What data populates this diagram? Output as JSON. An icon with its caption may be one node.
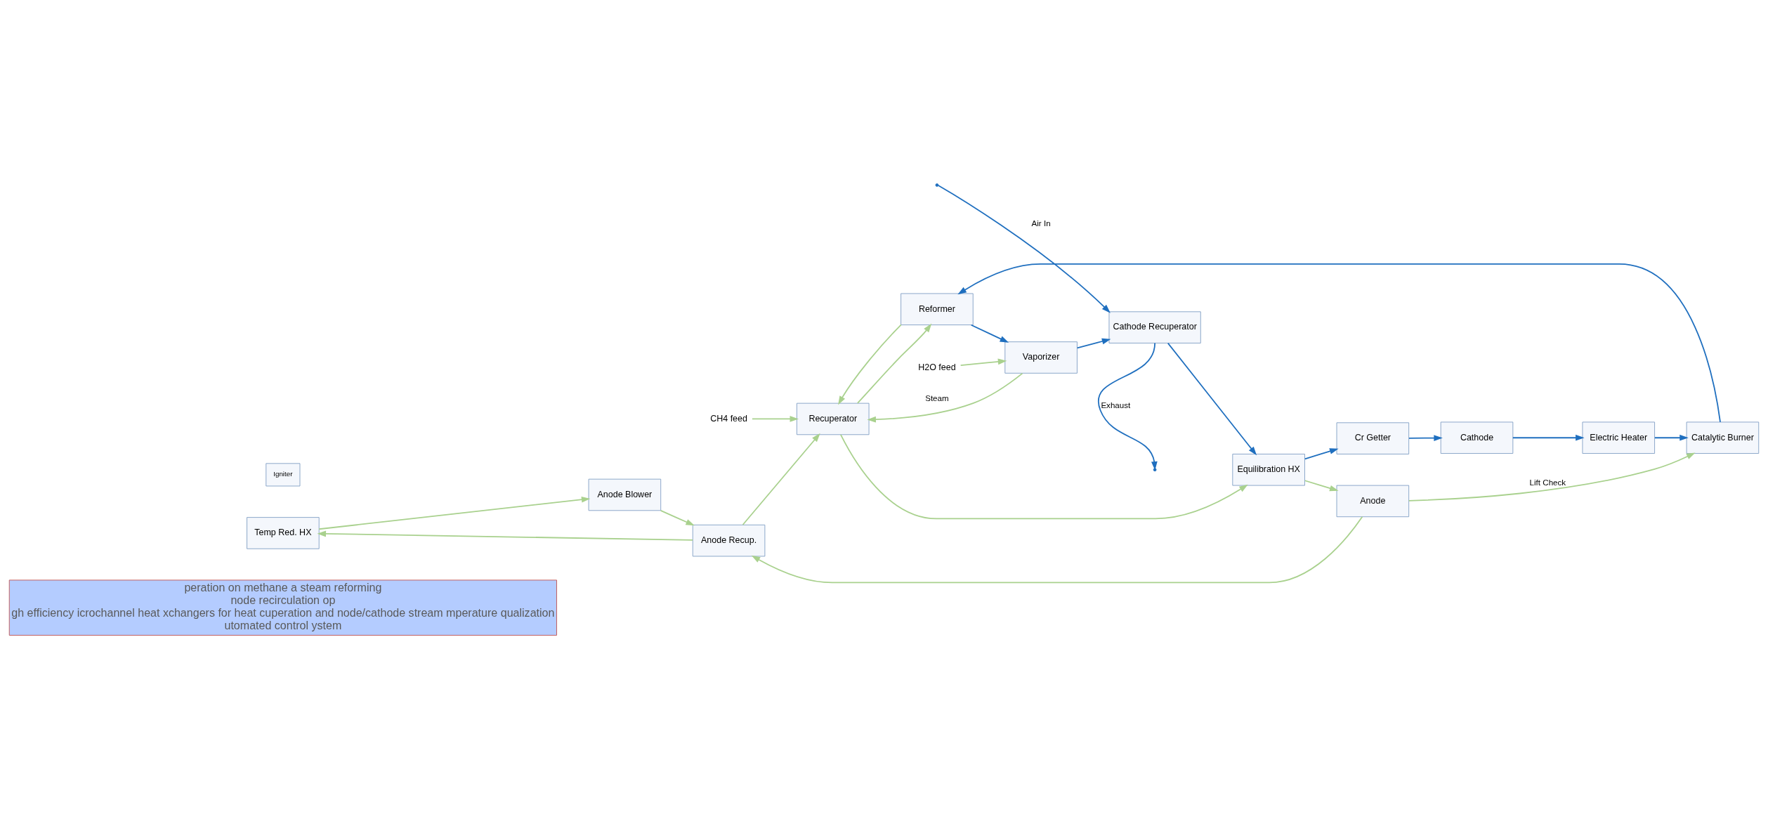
{
  "diagram": {
    "nodes": [
      {
        "text": [
          "peration on methane a steam reforming",
          "node recirculation op",
          "gh efficiency icrochannel heat xchangers for heat cuperation and node/cathode stream mperature qualization",
          "utomated control ystem"
        ]
      },
      {
        "text": [
          "Temp Red. HX"
        ]
      },
      {
        "text": [
          "Anode Blower"
        ]
      },
      {
        "text": [
          "Anode Recup."
        ]
      },
      {
        "text": [
          "CH4 feed"
        ]
      },
      {
        "text": [
          "H2O feed"
        ]
      },
      {
        "text": [
          "Vaporizer"
        ]
      },
      {
        "text": [
          "Recuperator"
        ]
      },
      {
        "text": [
          "Reformer"
        ]
      },
      {
        "text": [
          "Equilibration HX"
        ]
      },
      {
        "text": [
          "Cr Getter"
        ]
      },
      {
        "text": [
          "Anode"
        ]
      },
      {
        "text": [
          "Cathode"
        ]
      },
      {
        "text": [
          "Electric Heater"
        ]
      },
      {
        "text": [
          "Catalytic Burner"
        ]
      },
      {
        "text": [
          "Igniter"
        ]
      },
      {
        "text": [
          "Cathode Recuperator"
        ]
      }
    ],
    "edges": [
      {
        "from": 3,
        "to": 1,
        "arrow": "to"
      },
      {
        "from": 1,
        "to": 2,
        "arrow": "to"
      },
      {
        "from": 2,
        "to": 3,
        "arrow": "to"
      },
      {
        "from": 4,
        "to": 7,
        "arrow": "to"
      },
      {
        "from": 6,
        "to": 7,
        "arrow": "to",
        "label": "Steam"
      },
      {
        "from": 3,
        "to": 7,
        "arrow": "to"
      },
      {
        "from": 5,
        "to": 6,
        "arrow": "to"
      },
      {
        "from": 7,
        "to": 8,
        "arrow": "to"
      },
      {
        "from": 8,
        "to": 7,
        "arrow": "to"
      },
      {
        "from": 7,
        "to": 9,
        "arrow": "to"
      },
      {
        "from": 9,
        "to": 11,
        "arrow": "to"
      },
      {
        "from": 11,
        "to": 3,
        "arrow": "to"
      },
      {
        "from": 11,
        "to": 14,
        "arrow": "to",
        "label": "Lift Check"
      },
      {
        "from": null,
        "to": 16,
        "arrow": "to",
        "label": "Air In",
        "color": "#1f6fbf"
      },
      {
        "from": 16,
        "to": 9,
        "arrow": "to",
        "color": "#1f6fbf"
      },
      {
        "from": 9,
        "to": 10,
        "arrow": "to",
        "color": "#1f6fbf"
      },
      {
        "from": 10,
        "to": 12,
        "arrow": "to",
        "color": "#1f6fbf"
      },
      {
        "from": 12,
        "to": 13,
        "arrow": "to",
        "color": "#1f6fbf"
      },
      {
        "from": 13,
        "to": 14,
        "arrow": "to",
        "color": "#1f6fbf"
      },
      {
        "from": 14,
        "to": 8,
        "arrow": "to",
        "color": "#1f6fbf"
      },
      {
        "from": 8,
        "to": 6,
        "arrow": "to",
        "color": "#1f6fbf"
      },
      {
        "from": 6,
        "to": 16,
        "arrow": "to",
        "color": "#1f6fbf"
      },
      {
        "from": 16,
        "to": null,
        "arrow": "to",
        "label": "Exhaust",
        "color": "#1f6fbf"
      }
    ]
  }
}
